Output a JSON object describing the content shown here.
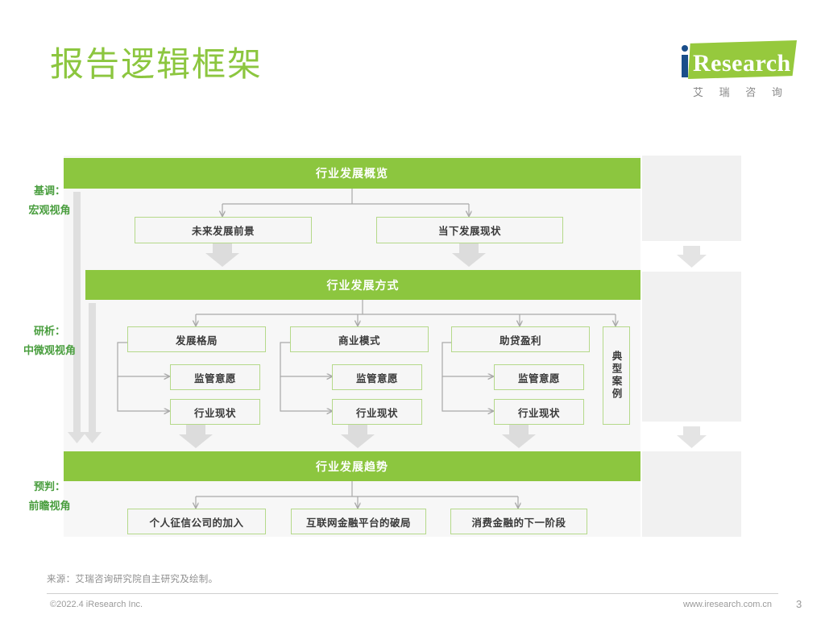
{
  "page": {
    "title": "报告逻辑框架",
    "number": "3"
  },
  "logo": {
    "word": "Research",
    "cn": "艾 瑞 咨 询",
    "brand_green": "#96c93d",
    "dot_blue": "#1a4e8a"
  },
  "colors": {
    "accent_green": "#8cc63f",
    "box_border": "#b5d98a",
    "panel_bg": "#f7f7f7",
    "side_panel_bg": "#f1f1f1",
    "side_text_green": "#4a9e3f",
    "arrow_gray": "#dcdcdc",
    "line_gray": "#aaaaaa"
  },
  "diagram": {
    "sections": [
      {
        "header": "行业发展概览",
        "children": [
          "未来发展前景",
          "当下发展现状"
        ]
      },
      {
        "header": "行业发展方式",
        "columns": [
          {
            "title": "发展格局",
            "subs": [
              "监管意愿",
              "行业现状"
            ]
          },
          {
            "title": "商业模式",
            "subs": [
              "监管意愿",
              "行业现状"
            ]
          },
          {
            "title": "助贷盈利",
            "subs": [
              "监管意愿",
              "行业现状"
            ]
          }
        ],
        "vertical_box": "典型案例"
      },
      {
        "header": "行业发展趋势",
        "children": [
          "个人征信公司的加入",
          "互联网金融平台的破局",
          "消费金融的下一阶段"
        ]
      }
    ]
  },
  "side_panels": [
    {
      "line1": "基调：",
      "line2": "宏观视角"
    },
    {
      "line1": "研析：",
      "line2": "中微观视角"
    },
    {
      "line1": "预判：",
      "line2": "前瞻视角"
    }
  ],
  "footer": {
    "source": "来源：艾瑞咨询研究院自主研究及绘制。",
    "copyright": "©2022.4 iResearch Inc.",
    "url": "www.iresearch.com.cn"
  }
}
